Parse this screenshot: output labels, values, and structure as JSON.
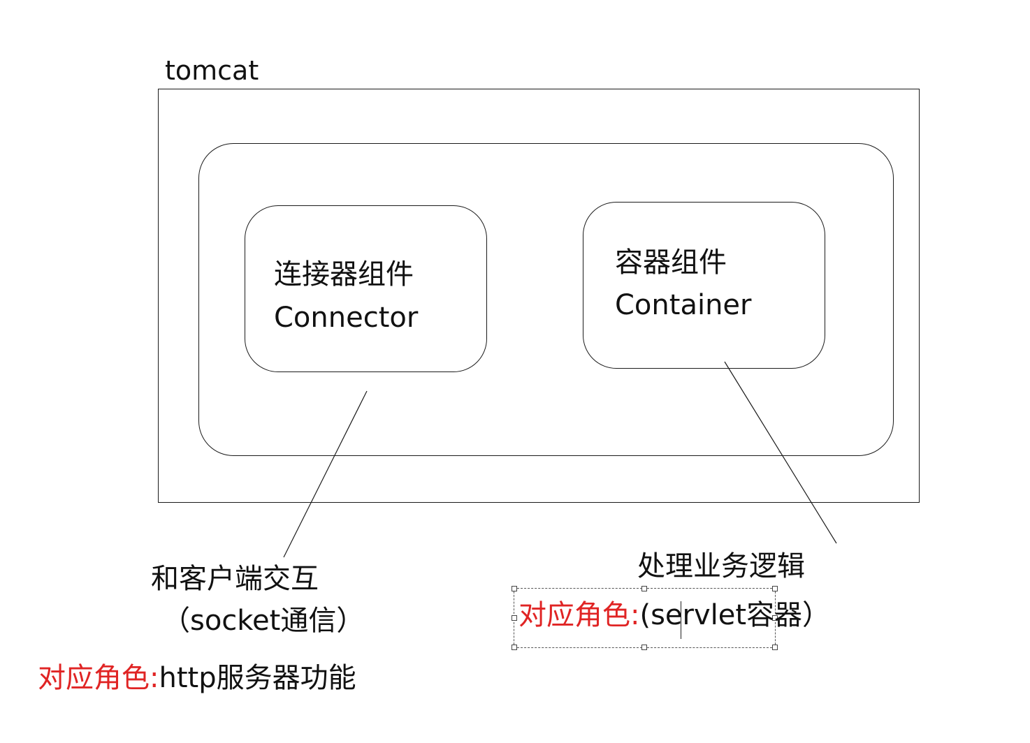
{
  "outer": {
    "label": "tomcat"
  },
  "connector": {
    "line1": "连接器组件",
    "line2": "Connector"
  },
  "container": {
    "line1": "容器组件",
    "line2": "Container"
  },
  "connector_note": {
    "line1": "和客户端交互",
    "line2": "（socket通信）",
    "role_label": "对应角色:",
    "role_value": "http服务器功能"
  },
  "container_note": {
    "line1": "处理业务逻辑",
    "role_label": "对应角色:",
    "role_value": "(servlet容器）"
  },
  "colors": {
    "accent": "#e02424",
    "stroke": "#1a1a1a"
  }
}
